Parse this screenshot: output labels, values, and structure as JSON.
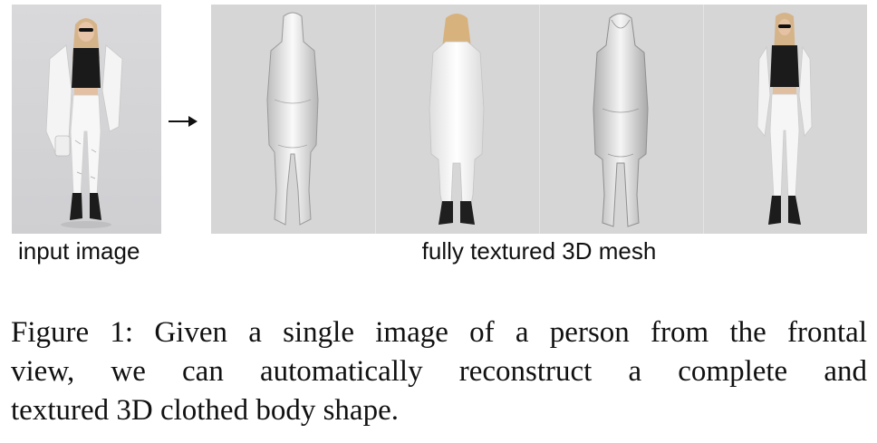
{
  "figure": {
    "input_label": "input image",
    "mesh_label": "fully textured 3D mesh",
    "views": [
      {
        "kind": "untextured-front"
      },
      {
        "kind": "textured-back"
      },
      {
        "kind": "untextured-back"
      },
      {
        "kind": "textured-front"
      }
    ]
  },
  "caption": {
    "line1": "Figure 1: Given a single image of a person from the frontal",
    "line2": "view, we can automatically reconstruct a complete and",
    "line3": "textured 3D clothed body shape."
  }
}
